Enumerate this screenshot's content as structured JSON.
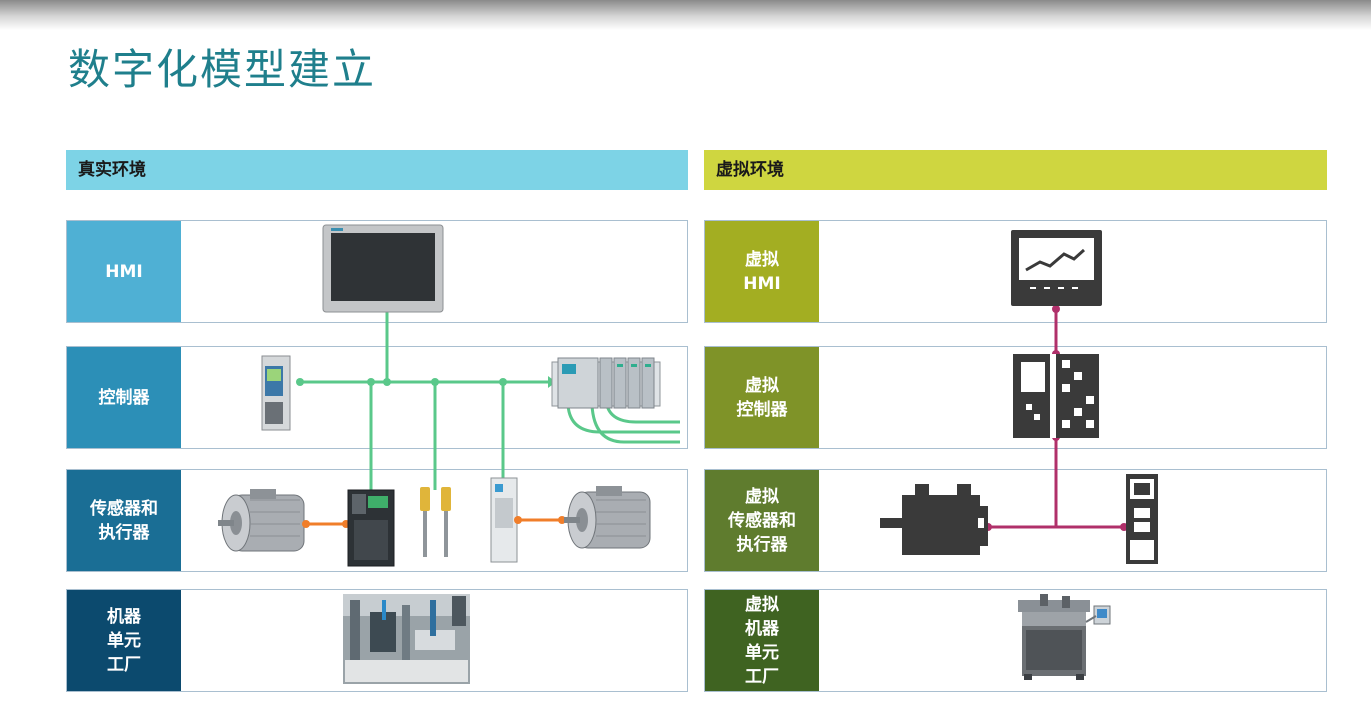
{
  "page": {
    "title": "数字化模型建立"
  },
  "colors": {
    "title": "#1f7f8c",
    "real_header": "#7dd3e6",
    "virtual_header": "#cfd640",
    "network_green": "#5ac88a",
    "link_orange": "#f07e2a",
    "virtual_link": "#b0306a"
  },
  "real": {
    "header": "真实环境",
    "rows": [
      {
        "label": "HMI",
        "color": "#4fb0d4"
      },
      {
        "label": "控制器",
        "color": "#2c8fb7"
      },
      {
        "label": "传感器和\n执行器",
        "color": "#1a6e95"
      },
      {
        "label": "机器\n单元\n工厂",
        "color": "#0c4a6e"
      }
    ]
  },
  "virtual": {
    "header": "虚拟环境",
    "rows": [
      {
        "label": "虚拟\nHMI",
        "color": "#a3ae22"
      },
      {
        "label": "虚拟\n控制器",
        "color": "#7f9328"
      },
      {
        "label": "虚拟\n传感器和\n执行器",
        "color": "#5f7c2e"
      },
      {
        "label": "虚拟\n机器\n单元\n工厂",
        "color": "#3f6321"
      }
    ]
  },
  "icons": {
    "real_hmi": "hmi-panel-icon",
    "real_plc": "plc-controller-icon",
    "real_rack": "io-rack-icon",
    "motor": "electric-motor-icon",
    "drive": "drive-inverter-icon",
    "sensor": "proximity-sensor-icon",
    "machine_photo": "machine-photo-icon",
    "virtual_hmi": "virtual-hmi-chart-icon",
    "virtual_plc": "virtual-controller-icon",
    "servo": "servo-motor-icon",
    "virtual_drive": "virtual-drive-icon",
    "virtual_machine": "virtual-machine-icon"
  }
}
